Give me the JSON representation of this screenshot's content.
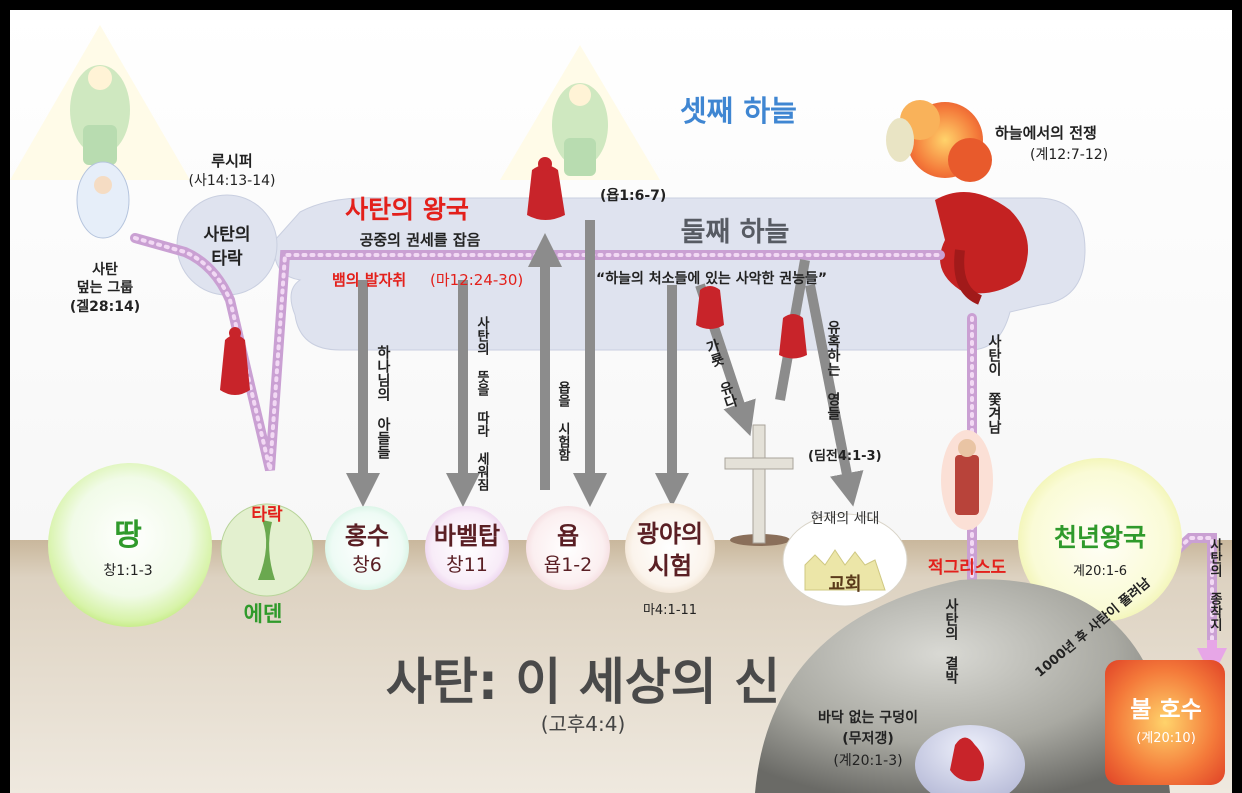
{
  "third_heaven": "셋째 하늘",
  "second_heaven": "둘째 하늘",
  "war_in_heaven": {
    "title": "하늘에서의 전쟁",
    "ref": "(계12:7-12)"
  },
  "lucifer": {
    "name": "루시퍼",
    "ref": "(사14:13-14)"
  },
  "satan_cherub": {
    "line1": "사탄",
    "line2": "덮는 그룹",
    "ref": "(겔28:14)"
  },
  "fall_bubble": {
    "line1": "사탄의",
    "line2": "타락"
  },
  "kingdom": {
    "title": "사탄의 왕국",
    "subtitle": "공중의 권세를 잡음"
  },
  "job_ref_top": "(욥1:6-7)",
  "serpent_trail": {
    "label": "뱀의 발자취",
    "ref": "(마12:24-30)"
  },
  "wicked_powers": "“하늘의 처소들에 있는 사악한 권능들”",
  "vertical": {
    "sons_of_god": "하나님의 아들들",
    "babel_will": "사탄의 뜻을 따라 세워짐",
    "job_tested": "욥을 시험함",
    "judas": "가룟 유다",
    "seducing": "유혹하는 영들",
    "cast_out": "사탄이 쫓겨남",
    "bound": "사탄의 결박",
    "final": "사탄의 종착지"
  },
  "timothy_ref": "(딤전4:1-3)",
  "released": "1000년 후 사탄이 풀려남",
  "earth": {
    "title": "땅",
    "ref": "창1:1-3"
  },
  "eden": {
    "fall": "타락",
    "name": "에덴"
  },
  "flood": {
    "title": "홍수",
    "ref": "창6"
  },
  "babel": {
    "title": "바벨탑",
    "ref": "창11"
  },
  "job": {
    "title": "욥",
    "ref": "욥1-2"
  },
  "wilderness": {
    "line1": "광야의",
    "line2": "시험",
    "ref": "마4:1-11"
  },
  "church": {
    "label": "현재의 세대",
    "name": "교회"
  },
  "antichrist": "적그리스도",
  "millennium": {
    "title": "천년왕국",
    "ref": "계20:1-6"
  },
  "pit": {
    "line1": "바닥 없는 구덩이",
    "line2": "(무저갱)",
    "ref": "(계20:1-3)"
  },
  "lake": {
    "title": "불 호수",
    "ref": "(계20:10)"
  },
  "main_title": "사탄: 이 세상의 신",
  "main_ref": "(고후4:4)",
  "colors": {
    "frame": "#000000",
    "sky": "#fbfbfb",
    "cloud": "#dde2ee",
    "ground": "#d6c9b5",
    "trail": "#d7a6d9",
    "arrow": "#8b8b8b",
    "red_title": "#e3201b",
    "third_heaven_blue": "#3f86d2",
    "earth_green": "#2f9a2b",
    "dark_brown": "#5a1f24"
  }
}
